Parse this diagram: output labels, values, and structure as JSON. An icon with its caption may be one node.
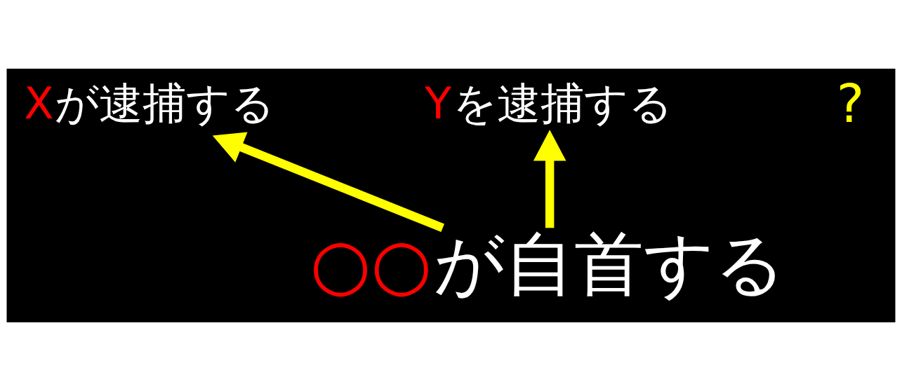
{
  "diagram": {
    "nodes": [
      {
        "text": [
          "Xが逮捕する"
        ]
      },
      {
        "text": [
          "Yを逮捕する"
        ]
      },
      {
        "text": [
          "○○が自首する"
        ]
      }
    ],
    "edges": [
      {
        "from": 2,
        "to": 0,
        "arrow": "to"
      },
      {
        "from": 2,
        "to": 1,
        "arrow": "to"
      }
    ],
    "labels": [
      "?"
    ]
  }
}
